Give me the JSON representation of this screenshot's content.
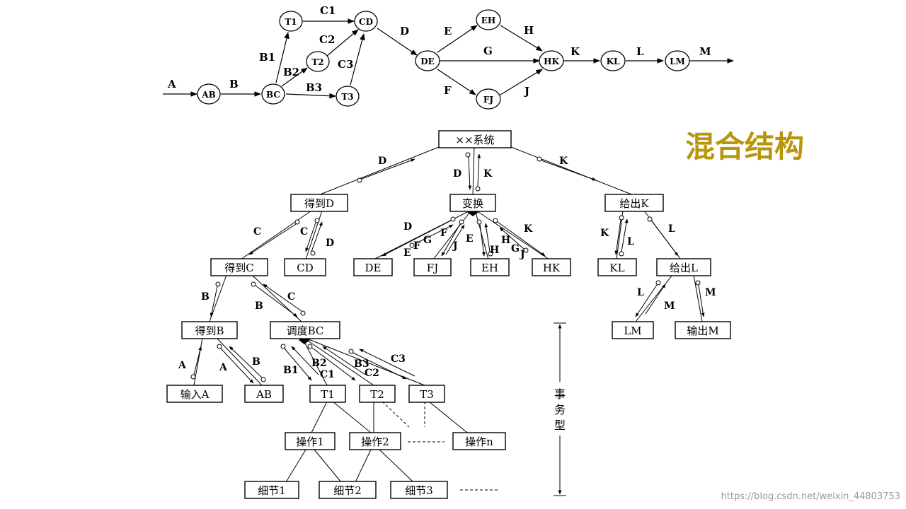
{
  "title": {
    "text": "混合结构",
    "color": "#B8960C"
  },
  "watermark": "https://blog.csdn.net/weixin_44803753",
  "side_label": [
    "事",
    "务",
    "型"
  ],
  "top_graph": {
    "nodes": [
      "AB",
      "BC",
      "T1",
      "T2",
      "T3",
      "CD",
      "DE",
      "EH",
      "FJ",
      "HK",
      "KL",
      "LM"
    ],
    "edges": [
      "A",
      "B",
      "B1",
      "B2",
      "B3",
      "C1",
      "C2",
      "C3",
      "D",
      "E",
      "F",
      "G",
      "H",
      "J",
      "K",
      "L",
      "M"
    ]
  },
  "tree": {
    "nodes": [
      "××系统",
      "得到D",
      "变换",
      "给出K",
      "得到C",
      "CD",
      "DE",
      "FJ",
      "EH",
      "HK",
      "KL",
      "给出L",
      "得到B",
      "调度BC",
      "LM",
      "输出M",
      "输入A",
      "AB",
      "T1",
      "T2",
      "T3",
      "操作1",
      "操作2",
      "操作n",
      "细节1",
      "细节2",
      "细节3"
    ],
    "flows": [
      "D",
      "D",
      "K",
      "K",
      "C",
      "C",
      "D",
      "D",
      "F",
      "G",
      "E",
      "F",
      "J",
      "E",
      "H",
      "H",
      "G",
      "J",
      "K",
      "K",
      "L",
      "L",
      "B",
      "C",
      "B",
      "A",
      "A",
      "B",
      "B1",
      "C1",
      "B2",
      "C2",
      "B3",
      "C3",
      "L",
      "M",
      "M"
    ]
  }
}
